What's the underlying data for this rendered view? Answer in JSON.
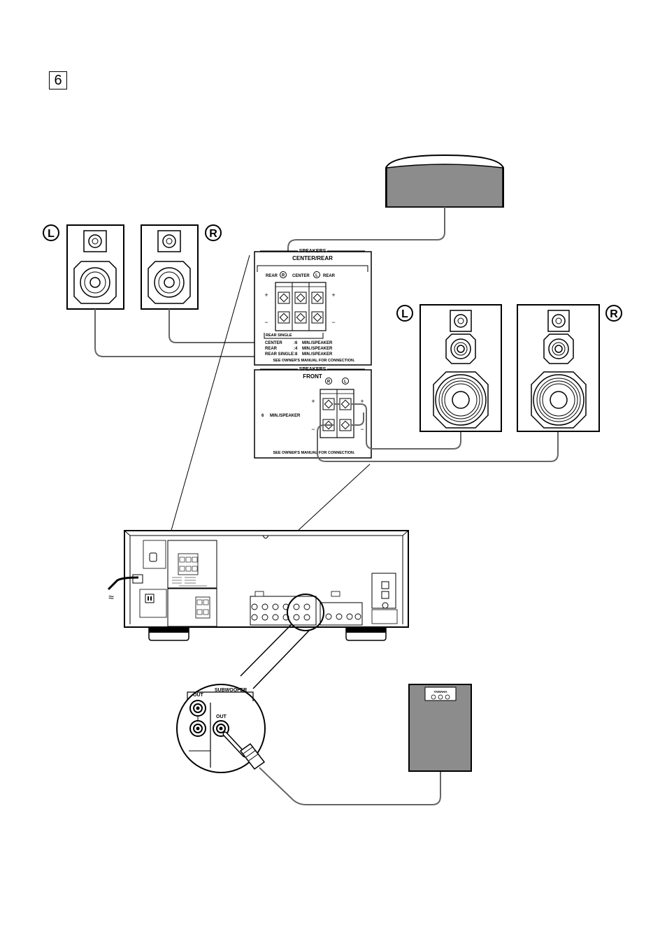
{
  "step_number": "6",
  "rear_speaker_l_badge": "L",
  "rear_speaker_r_badge": "R",
  "front_speaker_l_badge": "L",
  "front_speaker_r_badge": "R",
  "center_rear_panel": {
    "group_label": "SPEAKERS",
    "title": "CENTER/REAR",
    "rear_r_label": "REAR",
    "rear_r_badge": "R",
    "center_label": "CENTER",
    "rear_l_badge": "L",
    "rear_l_label": "REAR",
    "plus": "+",
    "minus": "−",
    "rear_single_label": "REAR SINGLE",
    "spec_lines": [
      {
        "name": "CENTER",
        "value": ":6",
        "unit": "MIN./SPEAKER"
      },
      {
        "name": "REAR",
        "value": ":4",
        "unit": "MIN./SPEAKER"
      },
      {
        "name": "REAR SINGLE",
        "value": ":8",
        "unit": "MIN./SPEAKER"
      }
    ],
    "note": "SEE OWNER'S MANUAL FOR CONNECTION."
  },
  "front_panel": {
    "group_label": "SPEAKERS",
    "title": "FRONT",
    "r_badge": "R",
    "l_badge": "L",
    "spec_value": "6",
    "spec_unit": "MIN./SPEAKER",
    "plus": "+",
    "minus": "−",
    "note": "SEE OWNER'S MANUAL FOR CONNECTION."
  },
  "zoom_panel": {
    "subwoofer_label": "SUBWOOFER",
    "out_label_left": "OUT",
    "out_label_right": "OUT"
  },
  "ac_symbol": "≈",
  "subwoofer_brand": "YAMAHA"
}
